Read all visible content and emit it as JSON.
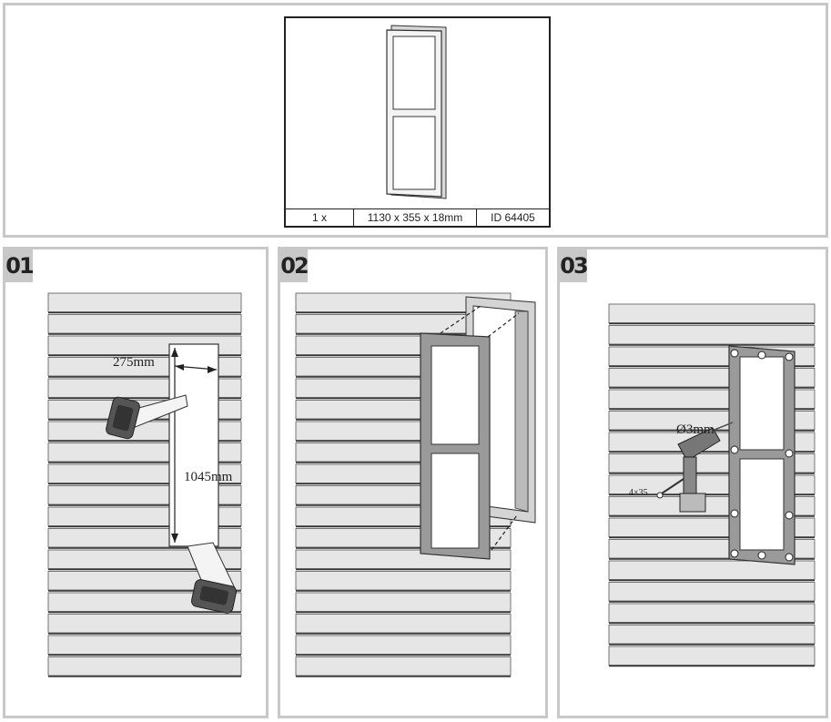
{
  "part": {
    "quantity": "1 x",
    "dimensions": "1130 x 355 x 18mm",
    "id": "ID 64405"
  },
  "steps": [
    {
      "number": "01",
      "width_label": "275mm",
      "height_label": "1045mm"
    },
    {
      "number": "02"
    },
    {
      "number": "03",
      "drill_label": "Ø3mm",
      "screw_label": "4×35"
    }
  ],
  "colors": {
    "border": "#c8c8c8",
    "wood": "#e6e6e6",
    "frame": "#9a9a9a"
  }
}
